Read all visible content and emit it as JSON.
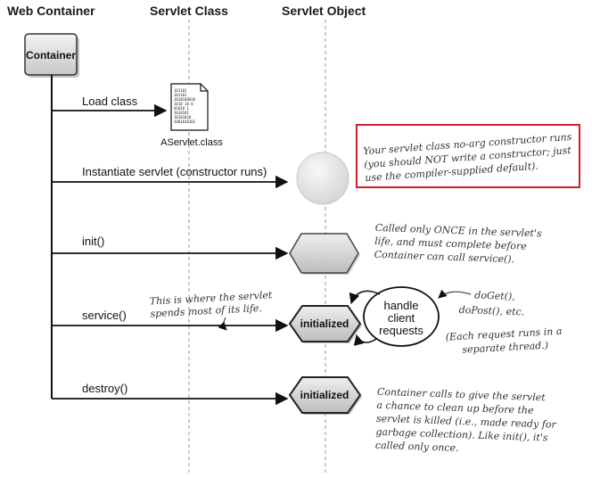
{
  "headers": {
    "web_container": "Web Container",
    "servlet_class": "Servlet Class",
    "servlet_object": "Servlet Object"
  },
  "container_box": {
    "label": "Container"
  },
  "file_icon": {
    "lines": [
      "101101",
      "101101",
      "1010100010",
      "1010 10 0",
      "01010 1",
      "1010101",
      "10101010",
      "1001010101"
    ],
    "label": "AServlet.class"
  },
  "steps": {
    "load": "Load class",
    "instantiate": "Instantiate servlet (constructor runs)",
    "init": "init()",
    "service": "service()",
    "destroy": "destroy()"
  },
  "states": {
    "service_state": "initialized",
    "destroy_state": "initialized"
  },
  "handle": {
    "line1": "handle",
    "line2": "client",
    "line3": "requests"
  },
  "notes": {
    "constructor": [
      "Your servlet class no-arg constructor runs",
      "(you should NOT write a constructor; just",
      "use the compiler-supplied default)."
    ],
    "init": [
      "Called only ONCE in the servlet's",
      "life, and must complete before",
      "Container can call service()."
    ],
    "service_left": [
      "This is where the servlet",
      "spends most of its life."
    ],
    "doget": [
      "doGet(),",
      "doPost(), etc."
    ],
    "thread": [
      "(Each request runs in a",
      "separate thread.)"
    ],
    "destroy": [
      "Container calls to give the servlet",
      "a chance to clean up before the",
      "servlet is killed (i.e., made ready for",
      "garbage collection). Like init(), it's",
      "called only once."
    ]
  },
  "colors": {
    "note_border": "#d0202a",
    "lifeline": "#999999",
    "arrow": "#111111",
    "hexagon_fill": "#cfcfcf",
    "circle_fill": "#e6e6e6"
  }
}
